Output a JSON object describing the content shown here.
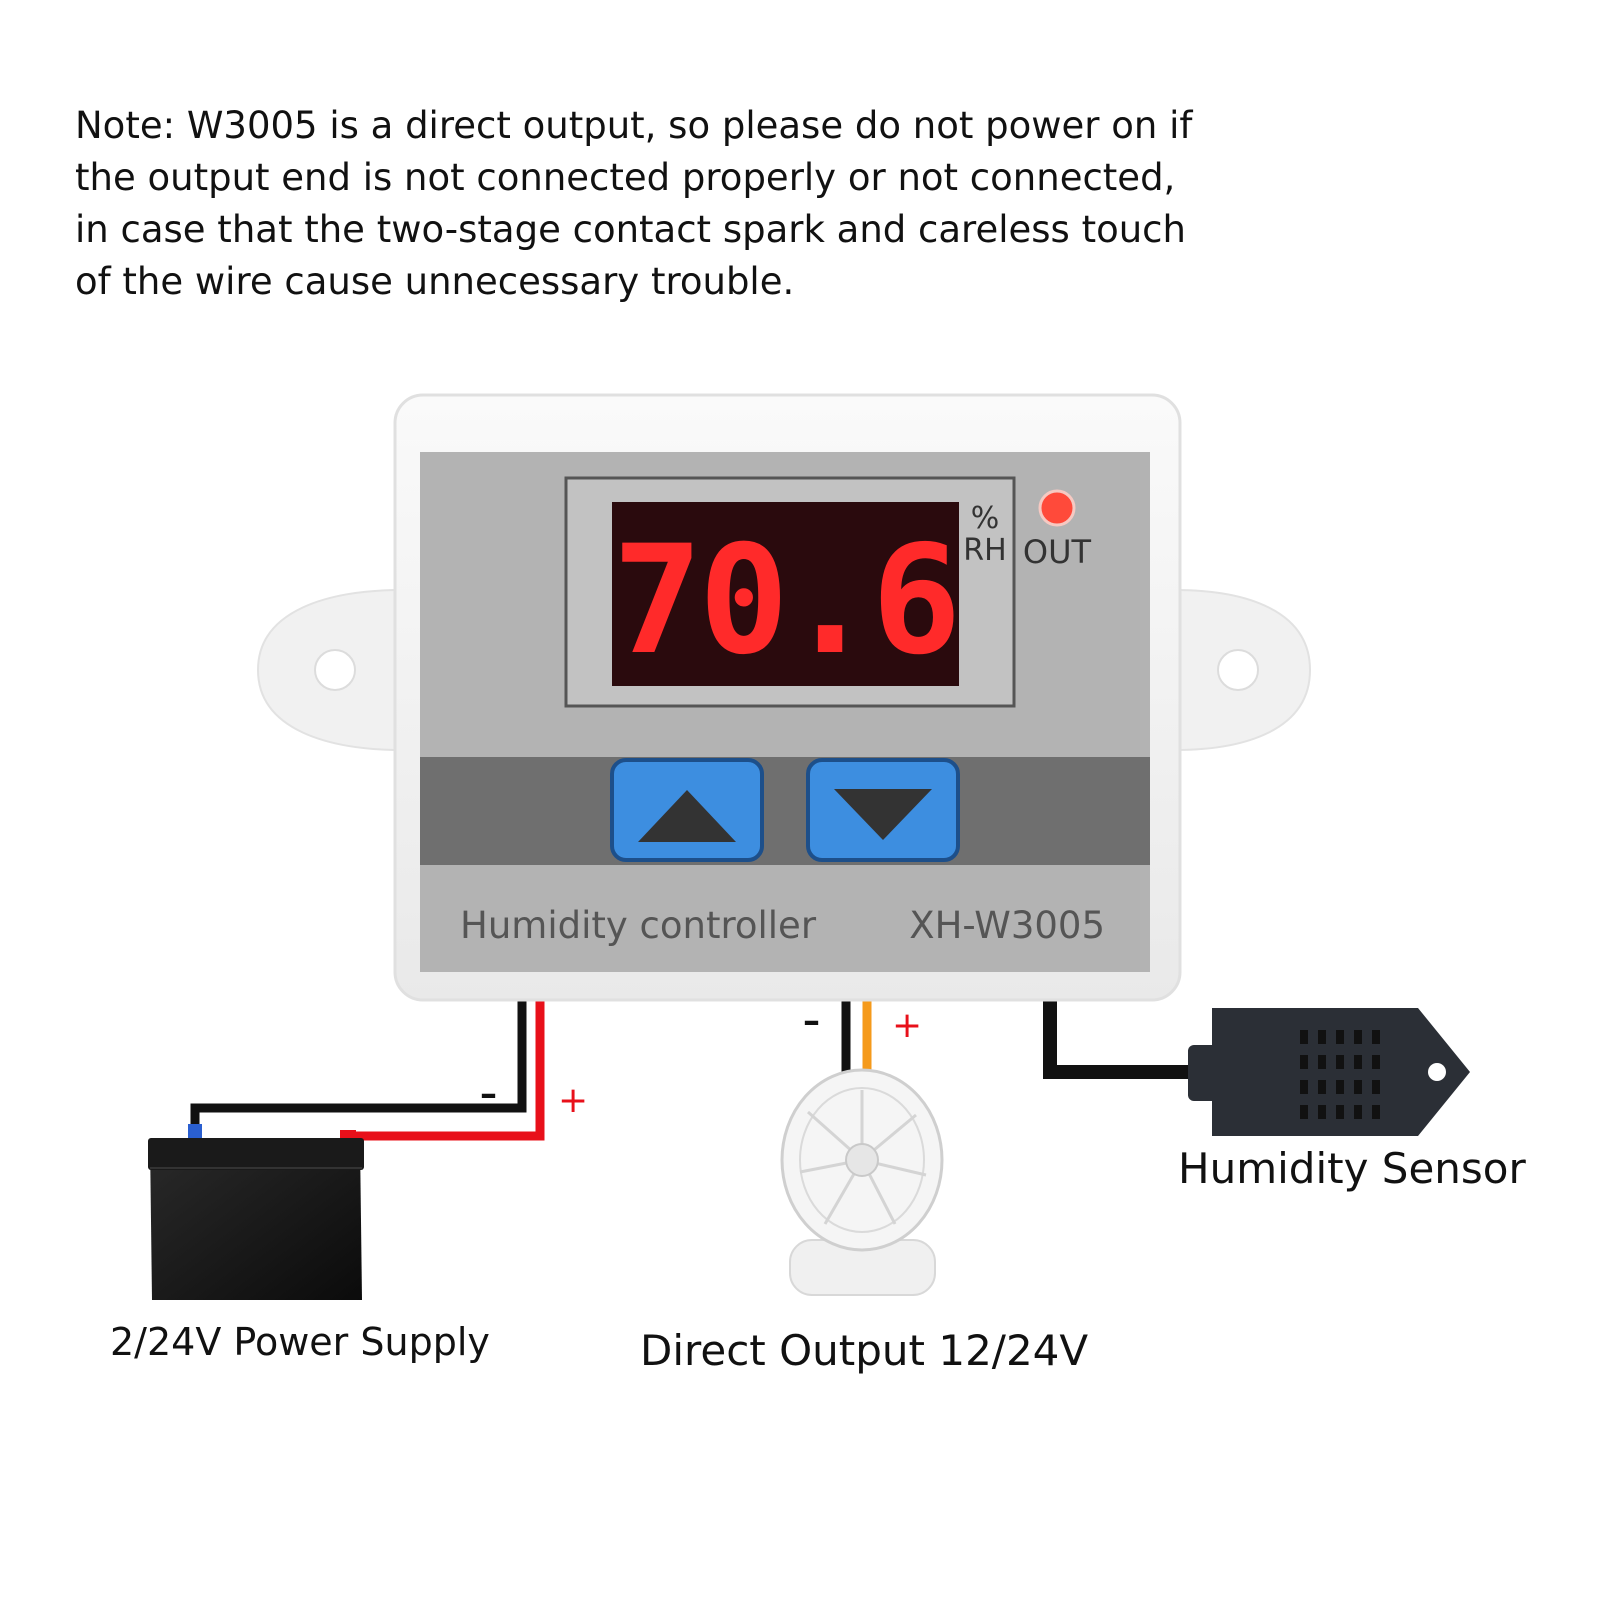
{
  "note": "Note: W3005 is a direct output, so please do not power on if the output end is not connected properly or not connected, in case that the two-stage contact spark and careless touch of the wire cause unnecessary trouble.",
  "device": {
    "display_value": "70.6",
    "unit_top": "%",
    "unit_bottom": "RH",
    "out_label": "OUT",
    "name": "Humidity controller",
    "model": "XH-W3005"
  },
  "wiring": {
    "power_minus": "–",
    "power_plus": "+",
    "output_minus": "–",
    "output_plus": "+"
  },
  "labels": {
    "power_supply": "2/24V Power Supply",
    "direct_output": "Direct Output 12/24V",
    "sensor": "Humidity Sensor"
  },
  "colors": {
    "display_red": "#ff2a2a",
    "button_blue": "#3d8ee0",
    "panel_gray": "#b3b3b3",
    "strip_gray": "#6f6f6f",
    "wire_red": "#e8101a",
    "wire_orange": "#f59a1b",
    "wire_black": "#111111"
  }
}
